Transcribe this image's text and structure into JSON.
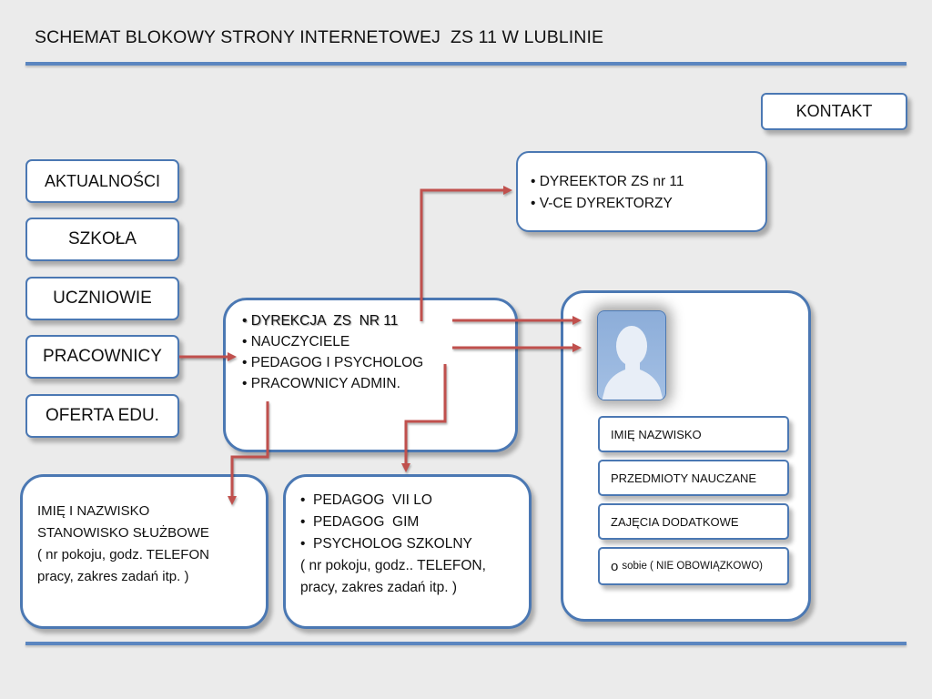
{
  "title": "SCHEMAT BLOKOWY STRONY INTERNETOWEJ  ZS 11 W LUBLINIE",
  "kontakt": "KONTAKT",
  "nav": [
    "AKTUALNOŚCI",
    "SZKOŁA",
    "UCZNIOWIE",
    "PRACOWNICY",
    "OFERTA EDU."
  ],
  "dyrektor_box": [
    "• DYREEKTOR ZS nr 11",
    "• V-CE DYREKTORZY"
  ],
  "center_box": [
    "• DYREKCJA  ZS  NR 11",
    "• NAUCZYCIELE",
    "• PEDAGOG I PSYCHOLOG",
    "• PRACOWNICY ADMIN."
  ],
  "admin_box": [
    "IMIĘ I NAZWISKO",
    "STANOWISKO SŁUŻBOWE",
    "( nr pokoju, godz. TELEFON",
    "pracy, zakres zadań itp. )"
  ],
  "pedagog_box": [
    "•  PEDAGOG  VII LO",
    "•  PEDAGOG  GIM",
    "•  PSYCHOLOG SZKOLNY",
    "( nr pokoju, godz.. TELEFON,",
    "pracy, zakres zadań itp. )"
  ],
  "teacher_fields": {
    "name": "IMIĘ  NAZWISKO",
    "subjects": "PRZEDMIOTY NAUCZANE",
    "extra": "ZAJĘCIA DODATKOWE",
    "about_bullet": "o",
    "about": "sobie  ( NIE OBOWIĄZKOWO)"
  },
  "colors": {
    "border": "#4b78b3",
    "arrow": "#c0504d",
    "rule": "#5b86c0",
    "background": "#ebebeb"
  }
}
